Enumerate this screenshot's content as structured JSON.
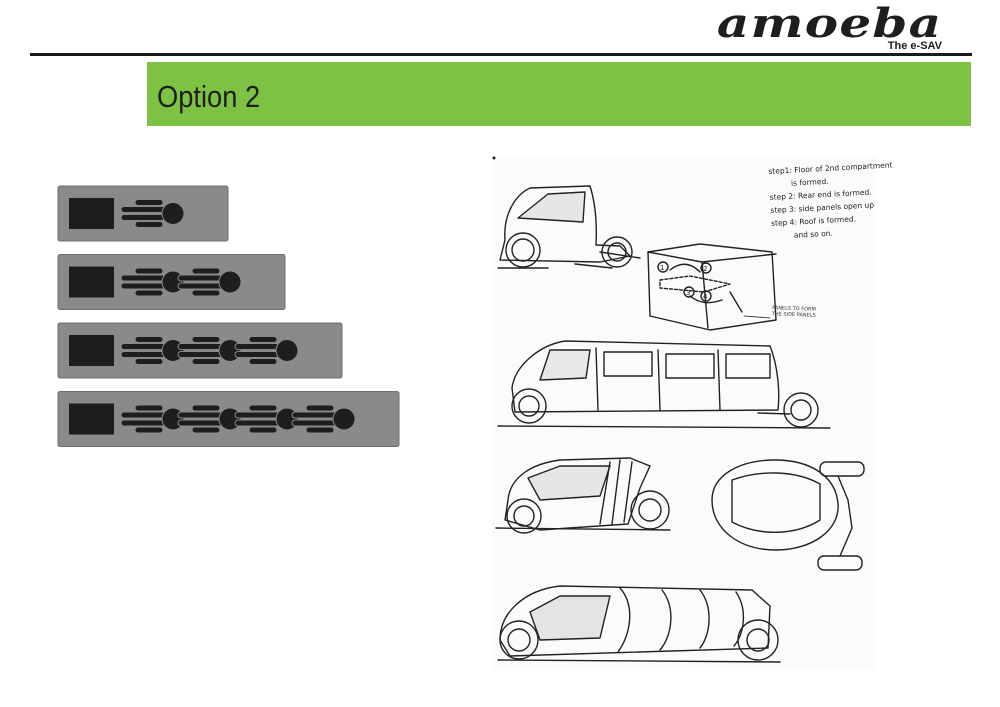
{
  "brand": {
    "logo_text": "amoeba",
    "tagline": "The e-SAV"
  },
  "slide": {
    "title": "Option 2"
  },
  "options_diagram": {
    "rows": [
      {
        "modules": 1
      },
      {
        "modules": 2
      },
      {
        "modules": 3
      },
      {
        "modules": 4
      }
    ]
  },
  "sketch": {
    "notes": [
      "step1: Floor of 2nd compartment",
      "is formed.",
      "step 2: Rear end is formed.",
      "step 3: side panels open up",
      "step 4: Roof is formed.",
      "and so on."
    ],
    "annotation": [
      "PANELS TO FORM",
      "THE SIDE PANELS"
    ],
    "step_markers": [
      "1",
      "2",
      "3",
      "4"
    ]
  },
  "colors": {
    "accent_green": "#7dc242",
    "panel_gray": "#8a8a8a",
    "ink": "#1e1e1e"
  }
}
